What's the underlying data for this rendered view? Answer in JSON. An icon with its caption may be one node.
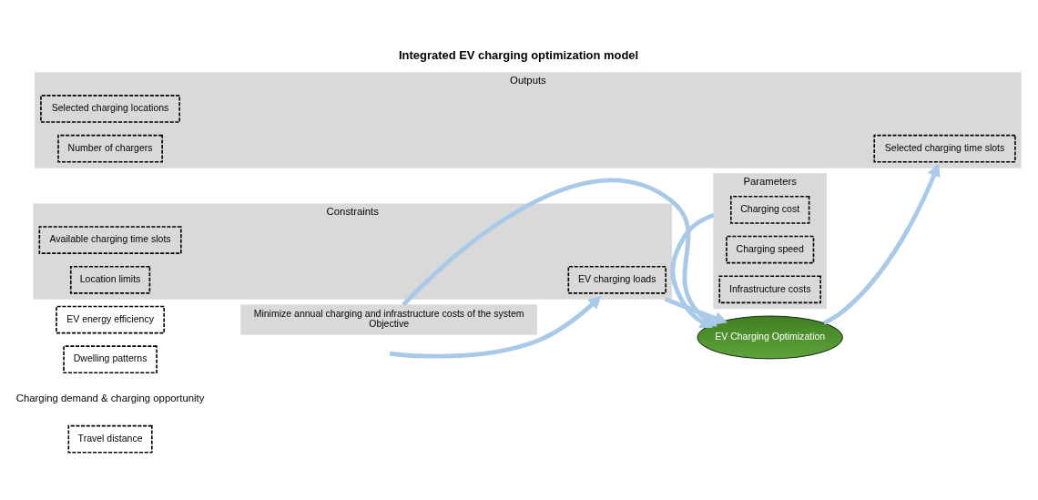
{
  "diagram": {
    "title": "Integrated EV charging optimization model",
    "nodes": [
      {
        "text": [
          "Travel distance"
        ]
      },
      {
        "text": [
          "EV energy efficiency"
        ]
      },
      {
        "text": [
          "Dwelling patterns"
        ]
      },
      {
        "text": [
          "Constraints"
        ]
      },
      {
        "text": [
          "EV charging loads"
        ],
        "in": 3
      },
      {
        "text": [
          "Available charging time slots"
        ],
        "in": 3
      },
      {
        "text": [
          "Location limits"
        ],
        "in": 3
      },
      {
        "text": [
          "Parameters"
        ]
      },
      {
        "text": [
          "Charging cost"
        ],
        "in": 7
      },
      {
        "text": [
          "Charging speed"
        ],
        "in": 7
      },
      {
        "text": [
          "Infrastructure costs"
        ],
        "in": 7
      },
      {
        "text": [
          "EV Charging Optimization"
        ]
      },
      {
        "text": [
          "Minimize annual charging and infrastructure costs of the system",
          "Objective"
        ]
      },
      {
        "text": [
          "Outputs"
        ]
      },
      {
        "text": [
          "Selected charging time slots"
        ],
        "in": 13
      },
      {
        "text": [
          "Selected charging locations"
        ],
        "in": 13
      },
      {
        "text": [
          "Number of chargers"
        ],
        "in": 13
      }
    ],
    "edges": [
      {
        "from": null,
        "to": 3,
        "arrow": "to"
      },
      {
        "from": 3,
        "to": 11,
        "arrow": "to"
      },
      {
        "from": 7,
        "to": 11,
        "arrow": "to"
      },
      {
        "from": 12,
        "to": 11,
        "arrow": "to"
      },
      {
        "from": 11,
        "to": 13,
        "arrow": "to"
      }
    ],
    "labels": [
      "Charging demand & charging opportunity"
    ]
  }
}
